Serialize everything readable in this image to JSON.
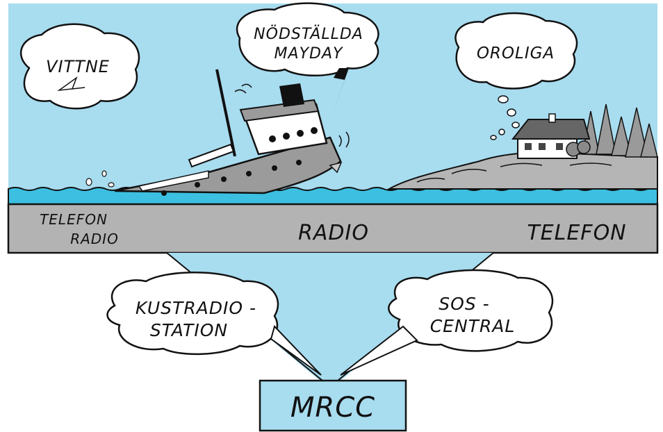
{
  "bubbles": {
    "witness": "VITTNE",
    "distress_line1": "NÖDSTÄLLDA",
    "distress_line2": "MAYDAY",
    "worried": "OROLIGA",
    "coast_radio_line1": "KUSTRADIO -",
    "coast_radio_line2": "STATION",
    "sos_line1": "SOS -",
    "sos_line2": "CENTRAL"
  },
  "band": {
    "left_line1": "TELEFON",
    "left_line2": "RADIO",
    "center": "RADIO",
    "right": "TELEFON"
  },
  "center_box": {
    "label": "MRCC"
  },
  "colors": {
    "sky": "#a8dcef",
    "water": "#3cbfe0",
    "band": "#b3b3b3",
    "rock": "#b5b5b5",
    "hull": "#9b9b9b"
  }
}
